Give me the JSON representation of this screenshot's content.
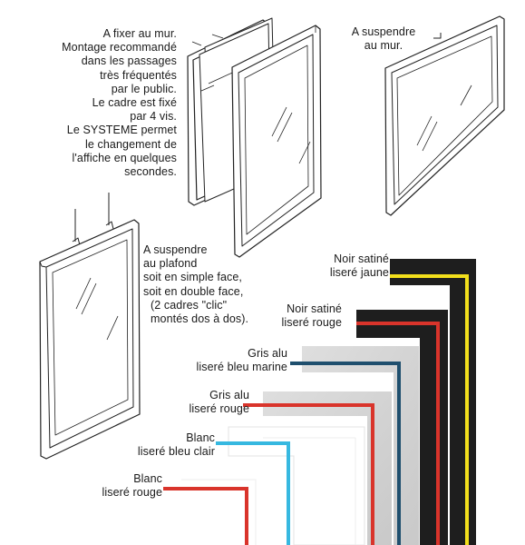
{
  "texts": {
    "wall_fix": [
      "A fixer au mur.",
      "Montage recommandé",
      "dans les passages",
      "très fréquentés",
      "par le public.",
      "Le cadre est fixé",
      "par 4 vis.",
      "Le SYSTEME permet",
      "le changement de",
      "l'affiche en quelques",
      "secondes."
    ],
    "wall_hang": [
      "A suspendre",
      "au mur."
    ],
    "ceiling": [
      "A suspendre",
      "au plafond",
      "soit en simple face,",
      "soit en double face,",
      "(2 cadres \"clic\"",
      "montés dos à dos)."
    ]
  },
  "finishes": [
    {
      "name": "Noir satiné",
      "edge": "liseré jaune",
      "frame_color": "#1e1e1e",
      "edge_color": "#f2df1c"
    },
    {
      "name": "Noir satiné",
      "edge": "liseré rouge",
      "frame_color": "#1e1e1e",
      "edge_color": "#d9342b"
    },
    {
      "name": "Gris alu",
      "edge": "liseré bleu marine",
      "frame_color": "#d2d2d2",
      "edge_color": "#1f4f6e"
    },
    {
      "name": "Gris alu",
      "edge": "liseré rouge",
      "frame_color": "#d2d2d2",
      "edge_color": "#d9342b"
    },
    {
      "name": "Blanc",
      "edge": "liseré bleu clair",
      "frame_color": "#ffffff",
      "edge_color": "#36b8e0"
    },
    {
      "name": "Blanc",
      "edge": "liseré rouge",
      "frame_color": "#ffffff",
      "edge_color": "#d9342b"
    }
  ]
}
